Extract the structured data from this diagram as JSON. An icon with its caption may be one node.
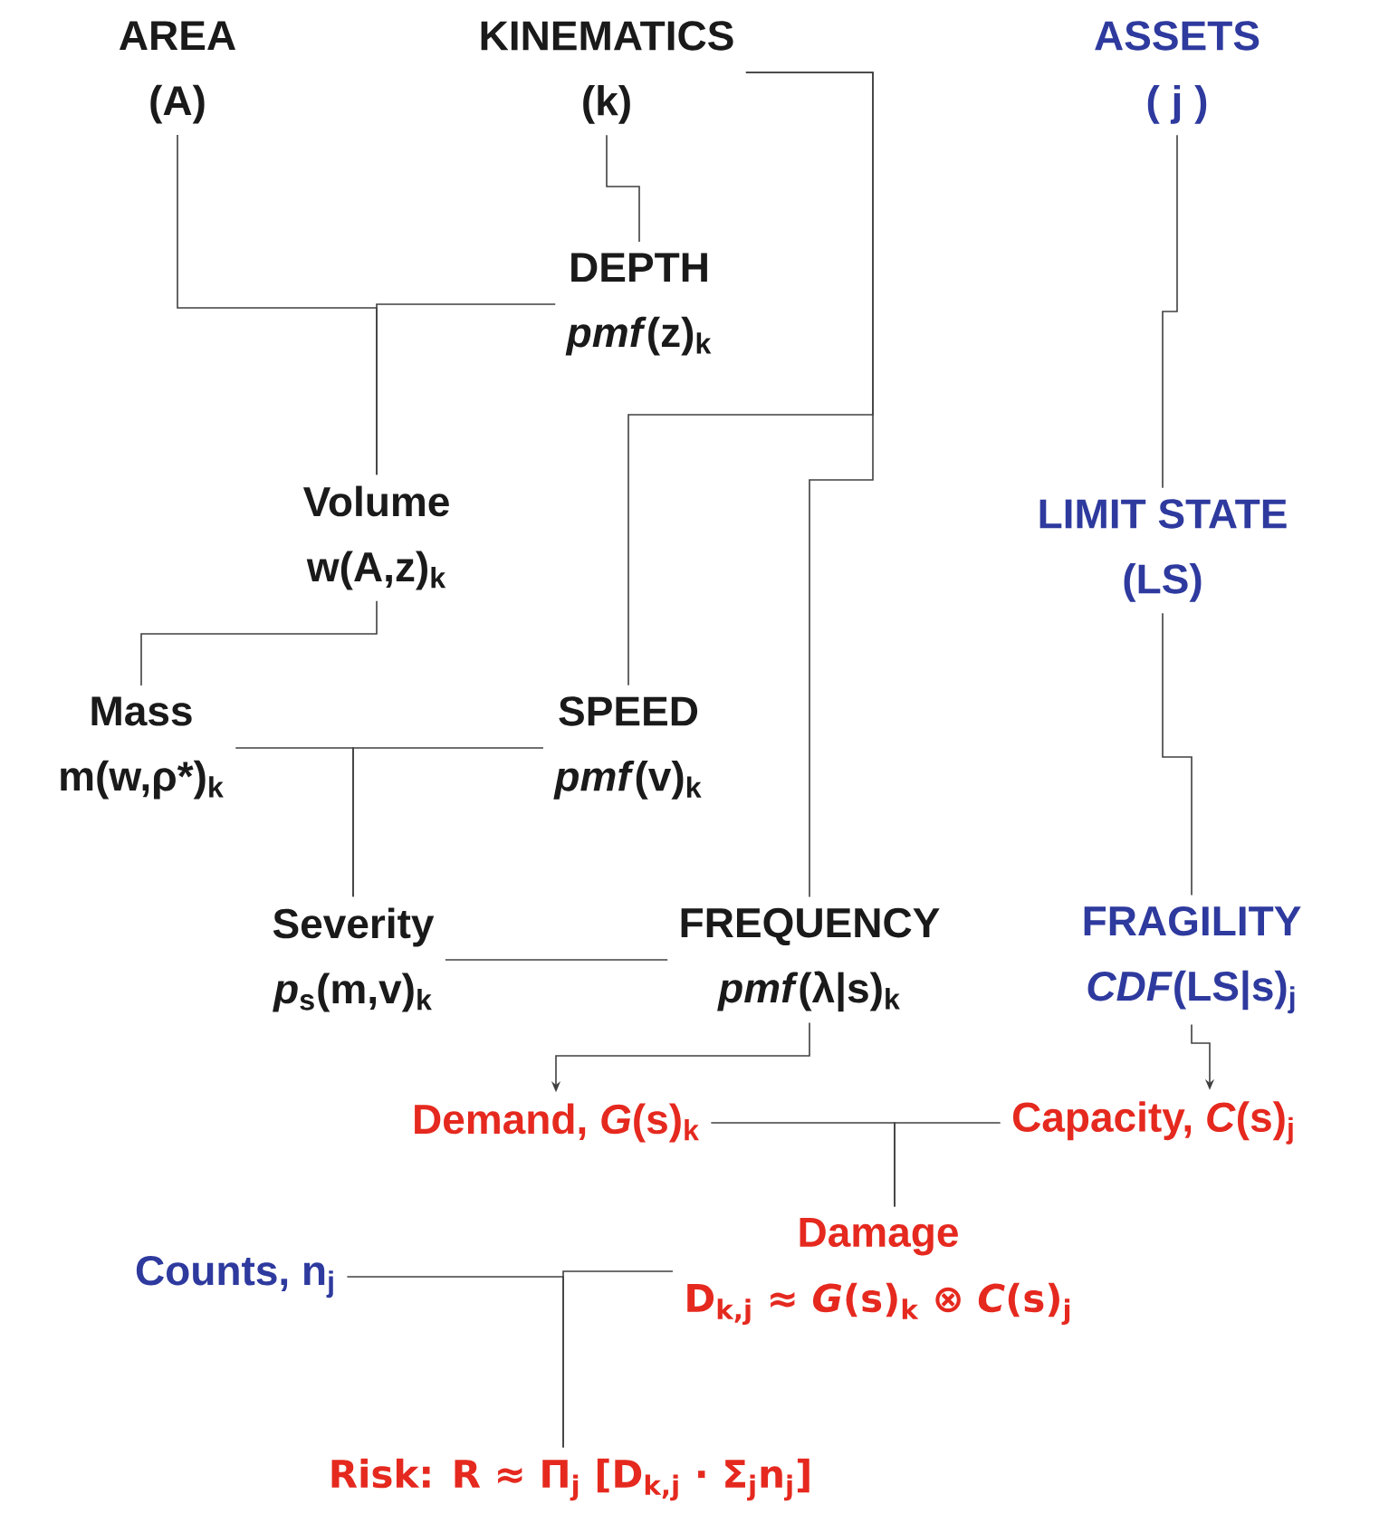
{
  "diagram": {
    "nodes": [
      {
        "text": [
          "AREA",
          "(A)"
        ]
      },
      {
        "text": [
          "KINEMATICS",
          "(k)"
        ]
      },
      {
        "text": [
          "ASSETS",
          "( j )"
        ]
      },
      {
        "text": [
          "DEPTH",
          "*pmf*(z)$_{k}$"
        ]
      },
      {
        "text": [
          "Volume",
          "w(A,z)$_{k}$"
        ]
      },
      {
        "text": [
          "LIMIT STATE",
          "(LS)"
        ]
      },
      {
        "text": [
          "Mass",
          "m(w,ρ*)$_{k}$"
        ]
      },
      {
        "text": [
          "SPEED",
          "*pmf*(v)$_{k}$"
        ]
      },
      {
        "text": [
          "Severity",
          "*p*$_{s}$(m,v)$_{k}$"
        ]
      },
      {
        "text": [
          "FREQUENCY",
          "*pmf*(λ|s)$_{k}$"
        ]
      },
      {
        "text": [
          "FRAGILITY",
          "*CDF*(LS|s)$_{j}$"
        ]
      },
      {
        "text": [
          "Demand, *G*(s)$_{k}$"
        ]
      },
      {
        "text": [
          "Capacity, *C*(s)$_{j}$"
        ]
      },
      {
        "text": [
          "Counts, n$_{j}$"
        ]
      },
      {
        "text": [
          "Damage",
          "D$_{k,j}$ ≈ *G*(s)$_{k}$ ⊗ *C*(s)$_{j}$"
        ]
      },
      {
        "text": [
          "Risk: R ≈ Π$_{j}$ [D$_{k,j}$ · Σ$_{j}$n$_{j}$]"
        ]
      }
    ],
    "edges": [
      {
        "from": 0,
        "to": 4,
        "arrow": "none"
      },
      {
        "from": 3,
        "to": 4,
        "arrow": "none"
      },
      {
        "from": 1,
        "to": 3,
        "arrow": "none"
      },
      {
        "from": 1,
        "to": 7,
        "arrow": "none"
      },
      {
        "from": 1,
        "to": 9,
        "arrow": "none"
      },
      {
        "from": 2,
        "to": 5,
        "arrow": "none"
      },
      {
        "from": 5,
        "to": 10,
        "arrow": "none"
      },
      {
        "from": 4,
        "to": 6,
        "arrow": "none"
      },
      {
        "from": 6,
        "to": 8,
        "arrow": "none"
      },
      {
        "from": 7,
        "to": 8,
        "arrow": "none"
      },
      {
        "from": 8,
        "to": 9,
        "arrow": "none"
      },
      {
        "from": 9,
        "to": 11,
        "arrow": "to"
      },
      {
        "from": 10,
        "to": 12,
        "arrow": "to"
      },
      {
        "from": 11,
        "to": 14,
        "arrow": "none"
      },
      {
        "from": 12,
        "to": 14,
        "arrow": "none"
      },
      {
        "from": 13,
        "to": 15,
        "arrow": "none"
      },
      {
        "from": 14,
        "to": 15,
        "arrow": "none"
      }
    ]
  }
}
